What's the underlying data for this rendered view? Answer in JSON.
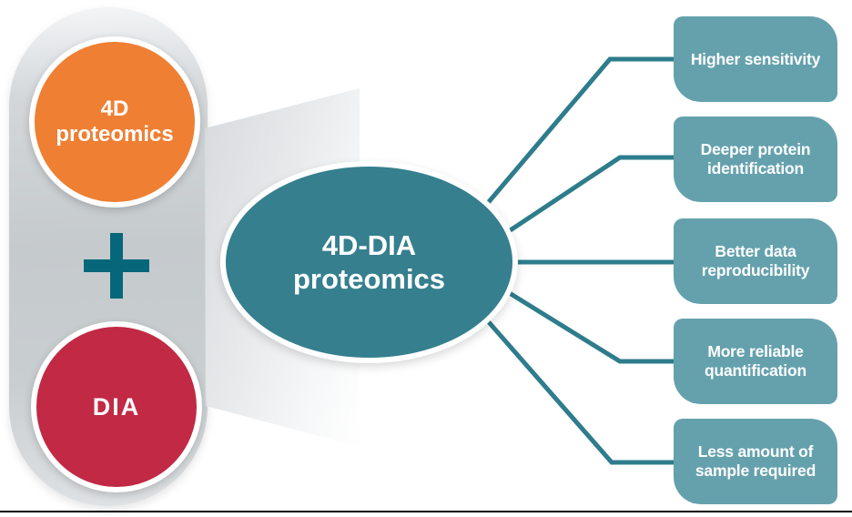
{
  "diagram": {
    "inputs": [
      {
        "id": "4d-proteomics",
        "label": "4D\nproteomics",
        "color": "#EF7F33"
      },
      {
        "id": "dia",
        "label": "DIA",
        "color": "#C12944"
      }
    ],
    "operator": "plus",
    "result": {
      "label": "4D-DIA\nproteomics",
      "color": "#357F8E"
    },
    "benefits": [
      {
        "label": "Higher sensitivity"
      },
      {
        "label": "Deeper protein identification"
      },
      {
        "label": "Better data reproducibility"
      },
      {
        "label": "More reliable quantification"
      },
      {
        "label": "Less amount of sample required"
      }
    ],
    "colors": {
      "benefit_fill": "#64A1AD",
      "connector": "#2E7C8C",
      "plus": "#07677A",
      "capsule_gray": "#C5CACD",
      "bottom_rule": "#000000"
    }
  }
}
